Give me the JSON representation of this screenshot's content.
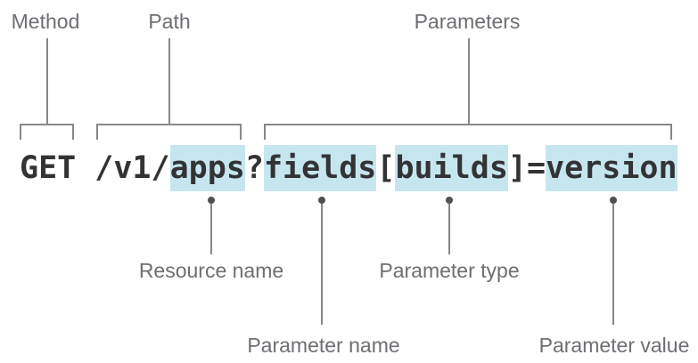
{
  "colors": {
    "background": "#ffffff",
    "highlight": "#c6e6ef",
    "code_text": "#333336",
    "label_text": "#6e6e73",
    "line": "#87878c",
    "dot": "#4f4f54"
  },
  "figure": {
    "code": {
      "text": "GET /v1/apps?fields[builds]=version",
      "segments": [
        {
          "text": "GET /v1/",
          "highlighted": false
        },
        {
          "text": "apps",
          "highlighted": true
        },
        {
          "text": "?",
          "highlighted": false
        },
        {
          "text": "fields",
          "highlighted": true
        },
        {
          "text": "[",
          "highlighted": false
        },
        {
          "text": "builds",
          "highlighted": true
        },
        {
          "text": "]",
          "highlighted": false
        },
        {
          "text": "=",
          "highlighted": false
        },
        {
          "text": "version",
          "highlighted": true
        }
      ]
    },
    "top_callouts": [
      {
        "label": "Method",
        "annotates": "GET"
      },
      {
        "label": "Path",
        "annotates": "/v1/apps"
      },
      {
        "label": "Parameters",
        "annotates": "fields[builds]=version"
      }
    ],
    "bottom_callouts": [
      {
        "label": "Resource name",
        "annotates": "apps"
      },
      {
        "label": "Parameter name",
        "annotates": "fields"
      },
      {
        "label": "Parameter type",
        "annotates": "builds"
      },
      {
        "label": "Parameter value",
        "annotates": "version"
      }
    ]
  }
}
